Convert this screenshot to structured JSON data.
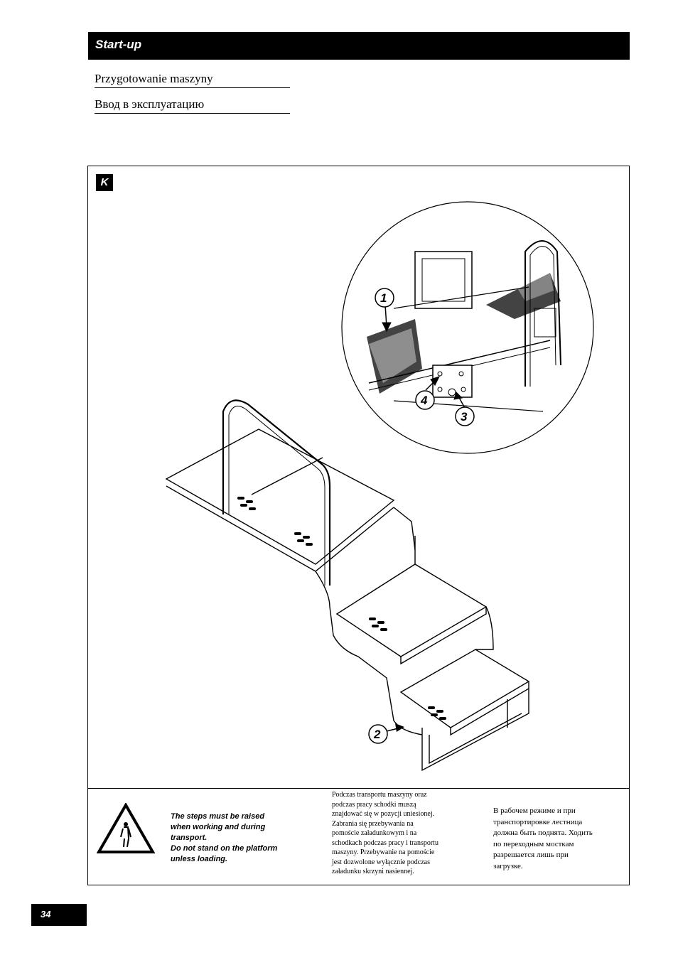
{
  "header": {
    "title": "Start-up"
  },
  "subtitles": [
    "Przygotowanie maszyny",
    "Ввод в эксплуатацию"
  ],
  "figure": {
    "label": "K",
    "callouts": [
      "1",
      "2",
      "3",
      "4"
    ]
  },
  "warning": {
    "icon": "warning-triangle-icon",
    "text_en_lines": [
      "The steps must be raised",
      "when working and during",
      "transport.",
      "Do not stand on the platform",
      "unless loading."
    ],
    "text_pl_lines": [
      "Podczas transportu maszyny oraz",
      "podczas pracy schodki muszą",
      "znajdować się w pozycji uniesionej.",
      "Zabrania się przebywania na",
      "pomoście załadunkowym i na",
      "schodkach podczas pracy i transportu",
      "maszyny. Przebywanie na pomoście",
      "jest dozwolone wyłącznie podczas",
      "załadunku skrzyni nasiennej."
    ],
    "text_ru_lines": [
      "В рабочем режиме и при",
      "транспортировке лестница",
      "должна быть поднята. Ходить",
      "по переходным мосткам",
      "разрешается лишь при",
      "загрузке."
    ]
  },
  "page_number": "34"
}
